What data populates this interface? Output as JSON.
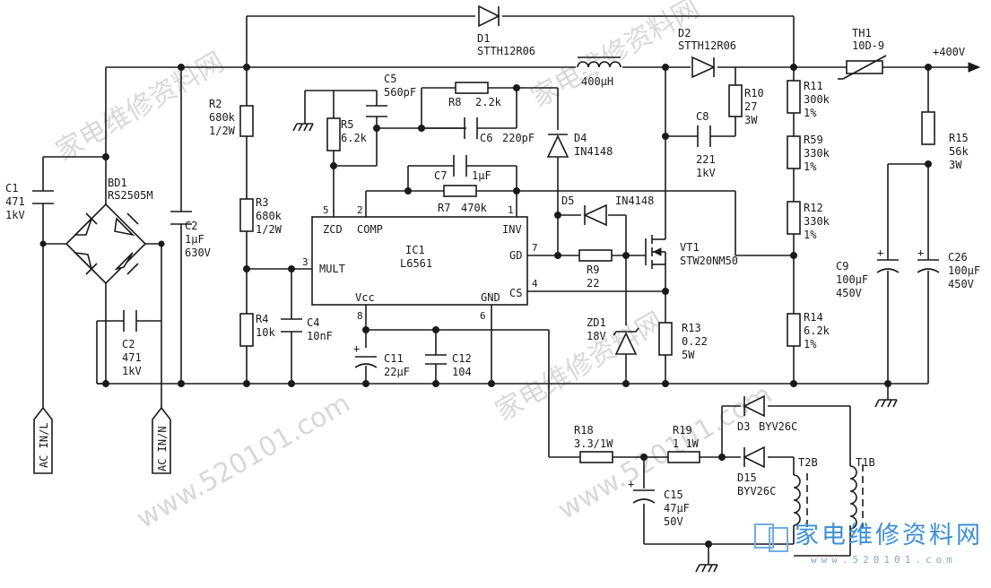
{
  "output": {
    "label": "+400V"
  },
  "inputs": {
    "live": "AC IN/L",
    "neutral": "AC IN/N"
  },
  "ic": {
    "ref": "IC1",
    "part": "L6561",
    "pins": {
      "zcd": "ZCD",
      "comp": "COMP",
      "inv": "INV",
      "mult": "MULT",
      "gd": "GD",
      "cs": "CS",
      "vcc": "Vcc",
      "gnd": "GND",
      "n5": "5",
      "n2": "2",
      "n1": "1",
      "n3": "3",
      "n7": "7",
      "n4": "4",
      "n8": "8",
      "n6": "6"
    }
  },
  "parts": {
    "d1": {
      "ref": "D1",
      "val": "STTH12R06"
    },
    "d2": {
      "ref": "D2",
      "val": "STTH12R06"
    },
    "l1": {
      "val": "400μH"
    },
    "th1": {
      "ref": "TH1",
      "val": "10D-9"
    },
    "c1": {
      "ref": "C1",
      "val1": "471",
      "val2": "1kV"
    },
    "bd1": {
      "ref": "BD1",
      "val": "RS2505M"
    },
    "c2top": {
      "ref": "C2",
      "val1": "1μF",
      "val2": "630V"
    },
    "c2bot": {
      "ref": "C2",
      "val1": "471",
      "val2": "1kV"
    },
    "r2": {
      "ref": "R2",
      "val1": "680k",
      "val2": "1/2W"
    },
    "r3": {
      "ref": "R3",
      "val1": "680k",
      "val2": "1/2W"
    },
    "r4": {
      "ref": "R4",
      "val": "10k"
    },
    "c4": {
      "ref": "C4",
      "val": "10nF"
    },
    "c5": {
      "ref": "C5",
      "val": "560pF"
    },
    "r5": {
      "ref": "R5",
      "val": "6.2k"
    },
    "r8": {
      "ref": "R8",
      "val": "2.2k"
    },
    "c6": {
      "ref": "C6",
      "val": "220pF"
    },
    "d4": {
      "ref": "D4",
      "val": "IN4148"
    },
    "c7": {
      "ref": "C7",
      "val": "1μF"
    },
    "r7": {
      "ref": "R7",
      "val": "470k"
    },
    "d5": {
      "ref": "D5",
      "val": "IN4148"
    },
    "r9": {
      "ref": "R9",
      "val": "22"
    },
    "vt1": {
      "ref": "VT1",
      "val": "STW20NM50"
    },
    "r13": {
      "ref": "R13",
      "val1": "0.22",
      "val2": "5W"
    },
    "zd1": {
      "ref": "ZD1",
      "val": "18V"
    },
    "c11": {
      "ref": "C11",
      "val": "22μF"
    },
    "c12": {
      "ref": "C12",
      "val": "104"
    },
    "r10": {
      "ref": "R10",
      "val1": "27",
      "val2": "3W"
    },
    "c8": {
      "ref": "C8",
      "val1": "221",
      "val2": "1kV"
    },
    "r11": {
      "ref": "R11",
      "val1": "300k",
      "val2": "1%"
    },
    "r59": {
      "ref": "R59",
      "val1": "330k",
      "val2": "1%"
    },
    "r12": {
      "ref": "R12",
      "val1": "330k",
      "val2": "1%"
    },
    "r14": {
      "ref": "R14",
      "val1": "6.2k",
      "val2": "1%"
    },
    "r15": {
      "ref": "R15",
      "val1": "56k",
      "val2": "3W"
    },
    "c9": {
      "ref": "C9",
      "val1": "100μF",
      "val2": "450V"
    },
    "c26": {
      "ref": "C26",
      "val1": "100μF",
      "val2": "450V"
    },
    "r18": {
      "ref": "R18",
      "val": "3.3/1W"
    },
    "r19": {
      "ref": "R19",
      "val": "1 1W"
    },
    "d3": {
      "ref": "D3",
      "val": "BYV26C"
    },
    "d15": {
      "ref": "D15",
      "val": "BYV26C"
    },
    "c15": {
      "ref": "C15",
      "val1": "47μF",
      "val2": "50V"
    },
    "t2b": {
      "ref": "T2B"
    },
    "t1b": {
      "ref": "T1B"
    }
  },
  "watermark": {
    "cn": "家电维修资料网",
    "url": "www.520101.com",
    "logo_cn": "家电维修资料网",
    "logo_url": "www.520101.com"
  }
}
